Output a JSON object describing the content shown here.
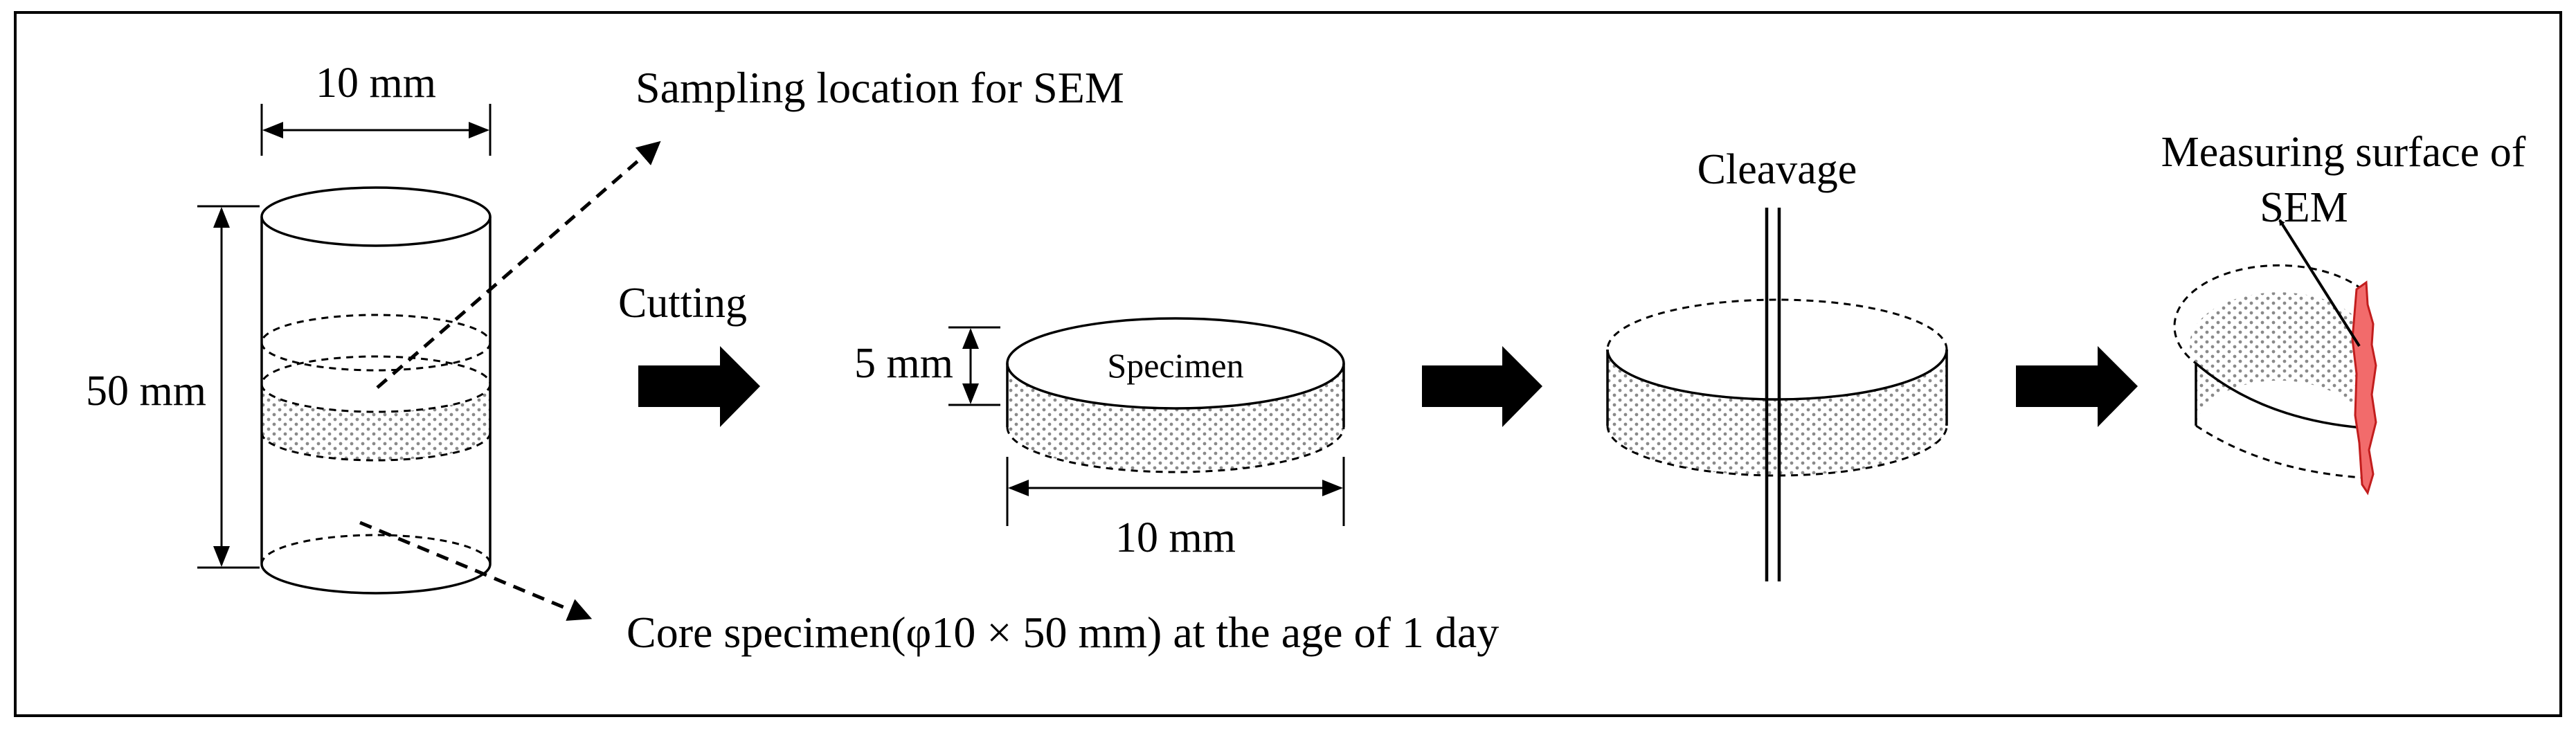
{
  "labels": {
    "top_width": "10 mm",
    "height": "50 mm",
    "sampling_location": "Sampling location for SEM",
    "core_specimen": "Core specimen(φ10 × 50 mm) at the age of 1 day",
    "cutting": "Cutting",
    "slice_thickness": "5 mm",
    "specimen": "Specimen",
    "slice_width": "10 mm",
    "cleavage": "Cleavage",
    "measuring_surface_line1": "Measuring surface of",
    "measuring_surface_line2": "SEM"
  },
  "colors": {
    "stroke": "#000000",
    "dots": "#8a8a8a",
    "highlight_fill": "#f26b6b",
    "highlight_stroke": "#c21d1d"
  }
}
